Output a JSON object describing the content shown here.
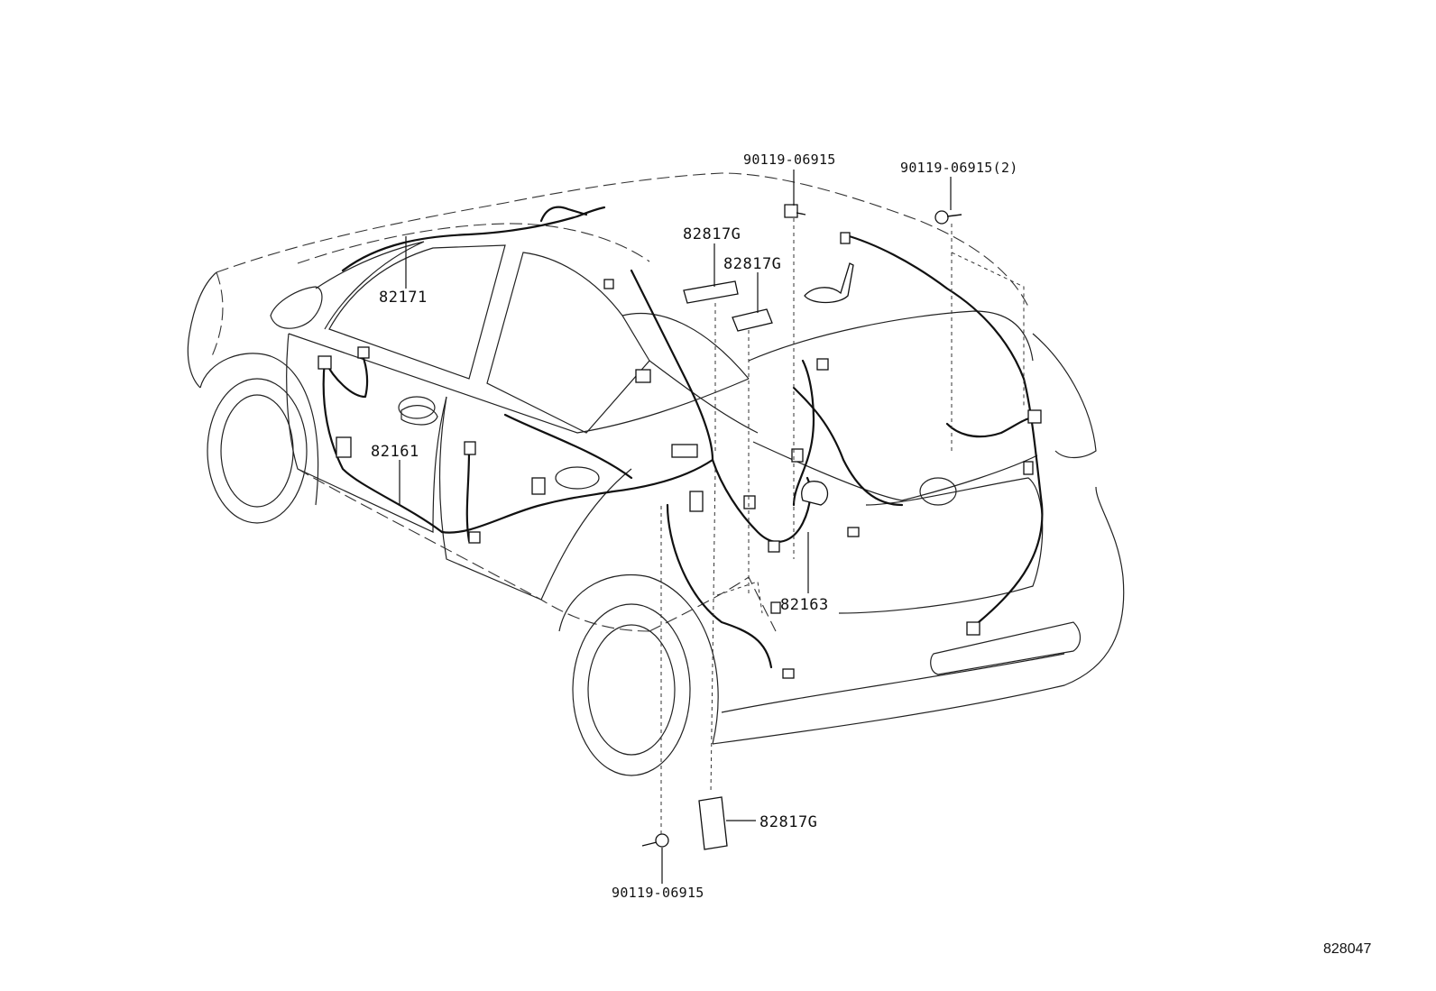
{
  "labels": {
    "harness_82171": "82171",
    "harness_82161": "82161",
    "harness_82163": "82163",
    "pad_top_left": "82817G",
    "pad_top_right": "82817G",
    "pad_bottom": "82817G",
    "bolt_top_center": "90119-06915",
    "bolt_top_right": "90119-06915(2)",
    "bolt_bottom": "90119-06915"
  },
  "diagram_ref": "828047"
}
